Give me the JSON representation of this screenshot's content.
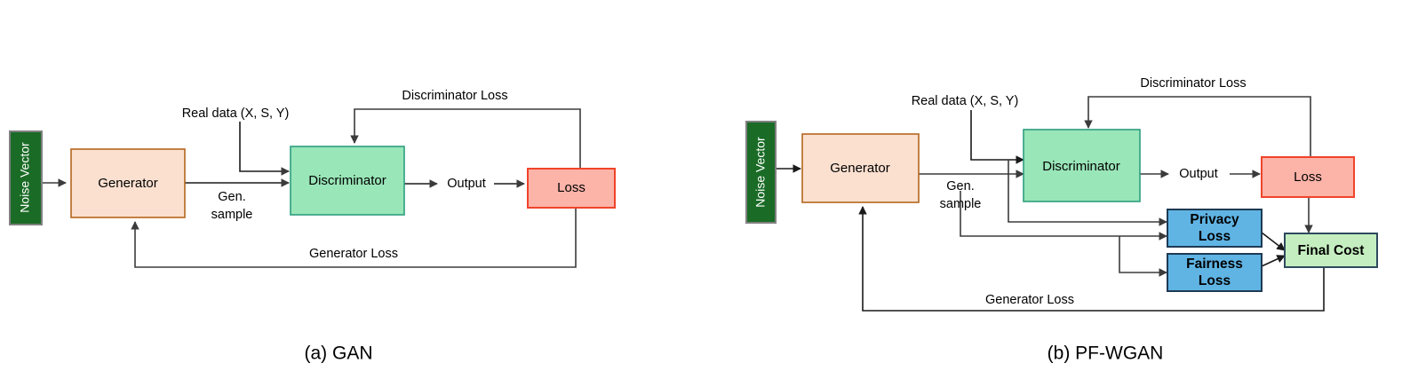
{
  "figure": {
    "panels": [
      {
        "id": "gan",
        "caption": "(a) GAN",
        "nodes": {
          "noise_vector": "Noise Vector",
          "generator": "Generator",
          "discriminator": "Discriminator",
          "loss": "Loss"
        },
        "edge_labels": {
          "real_data": "Real  data (X, S, Y)",
          "gen_sample_line1": "Gen.",
          "gen_sample_line2": "sample",
          "output": "Output",
          "discriminator_loss": "Discriminator Loss",
          "generator_loss": "Generator Loss"
        }
      },
      {
        "id": "pfwgan",
        "caption": "(b) PF-WGAN",
        "nodes": {
          "noise_vector": "Noise Vector",
          "generator": "Generator",
          "discriminator": "Discriminator",
          "loss": "Loss",
          "privacy_loss_line1": "Privacy",
          "privacy_loss_line2": "Loss",
          "fairness_loss_line1": "Fairness",
          "fairness_loss_line2": "Loss",
          "final_cost": "Final Cost"
        },
        "edge_labels": {
          "real_data": "Real  data (X, S, Y)",
          "gen_sample_line1": "Gen.",
          "gen_sample_line2": "sample",
          "output": "Output",
          "discriminator_loss": "Discriminator Loss",
          "generator_loss": "Generator Loss"
        }
      }
    ]
  },
  "colors": {
    "noise_vector_fill": "#1a6b26",
    "noise_vector_stroke": "#808080",
    "generator_fill": "#fbe0d0",
    "generator_stroke": "#b5651d",
    "discriminator_fill": "#99e6b8",
    "discriminator_stroke": "#2e9e7e",
    "loss_fill": "#fcb3a8",
    "loss_stroke": "#f0442a",
    "privacy_fairness_fill": "#5fb4e4",
    "privacy_fairness_stroke": "#1f3a54",
    "final_cost_fill": "#c5eec0",
    "final_cost_stroke": "#2e4a5e",
    "connector": "#3b3b3b",
    "background": "#ffffff",
    "text": "#000000"
  }
}
